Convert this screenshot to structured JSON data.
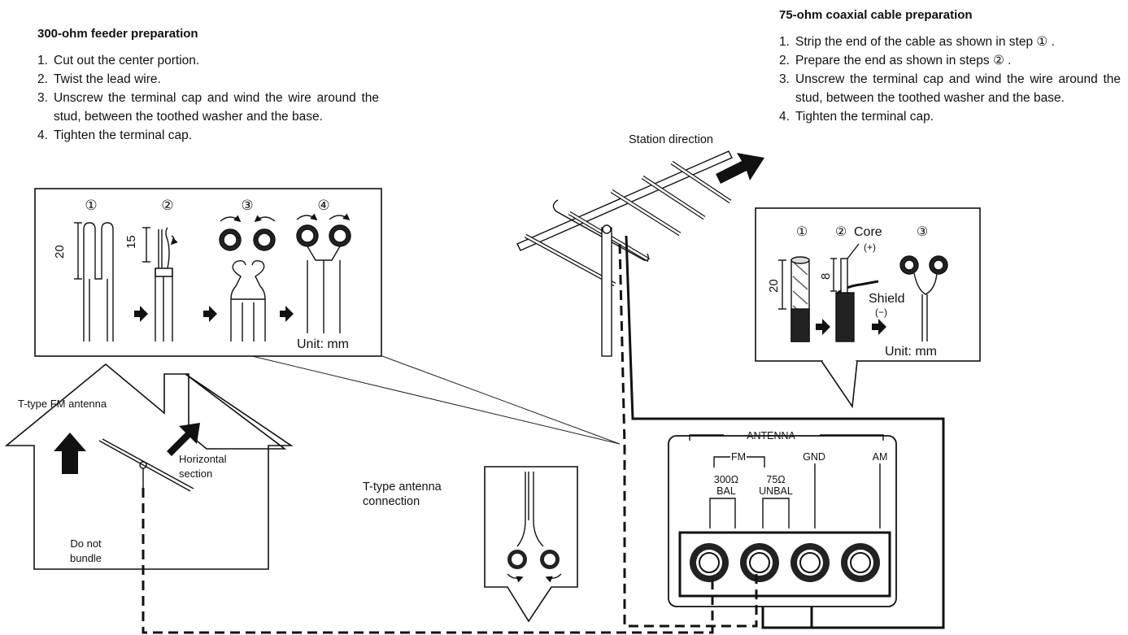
{
  "feeder_300": {
    "heading": "300-ohm feeder preparation",
    "steps": [
      {
        "num": "1.",
        "text": "Cut out the center portion."
      },
      {
        "num": "2.",
        "text": "Twist the lead wire."
      },
      {
        "num": "3.",
        "text": "Unscrew the terminal cap and wind the wire around the stud, between the toothed washer and the base."
      },
      {
        "num": "4.",
        "text": "Tighten the terminal cap."
      }
    ],
    "panel": {
      "step_marks": [
        "①",
        "②",
        "③",
        "④"
      ],
      "dim_20": "20",
      "dim_15": "15",
      "unit": "Unit:  mm"
    }
  },
  "coax_75": {
    "heading": "75-ohm coaxial cable preparation",
    "steps": [
      {
        "num": "1.",
        "text": "Strip the end of the cable as shown in step ① ."
      },
      {
        "num": "2.",
        "text": "Prepare the end as shown in steps ② ."
      },
      {
        "num": "3.",
        "text": "Unscrew the terminal cap and wind the wire around the stud, between the toothed washer and the base."
      },
      {
        "num": "4.",
        "text": "Tighten the terminal cap."
      }
    ],
    "panel": {
      "step_marks": [
        "①",
        "②",
        "③"
      ],
      "core": "Core",
      "plus": "(+)",
      "shield": "Shield",
      "minus": "(−)",
      "dim_20": "20",
      "dim_8": "8",
      "unit": "Unit:  mm"
    }
  },
  "labels": {
    "station_direction": "Station direction",
    "t_type_fm_antenna": "T-type FM antenna",
    "horizontal_line1": "Horizontal",
    "horizontal_line2": "section",
    "do_not_line1": "Do not",
    "do_not_line2": "bundle",
    "t_conn_line1": "T-type antenna",
    "t_conn_line2": "connection"
  },
  "terminal_block": {
    "antenna": "ANTENNA",
    "fm": "FM",
    "t300_line1": "300Ω",
    "t300_line2": "BAL",
    "t75_line1": "75Ω",
    "t75_line2": "UNBAL",
    "gnd": "GND",
    "am": "AM"
  }
}
